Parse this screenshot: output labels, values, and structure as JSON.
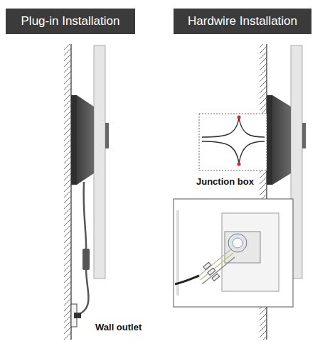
{
  "diagram": {
    "nodes": [
      {
        "text": [
          "Plug-in Installation"
        ]
      },
      {
        "text": [
          "Hardwire Installation"
        ]
      }
    ],
    "labels": [
      "Wall outlet",
      "Junction box"
    ]
  }
}
